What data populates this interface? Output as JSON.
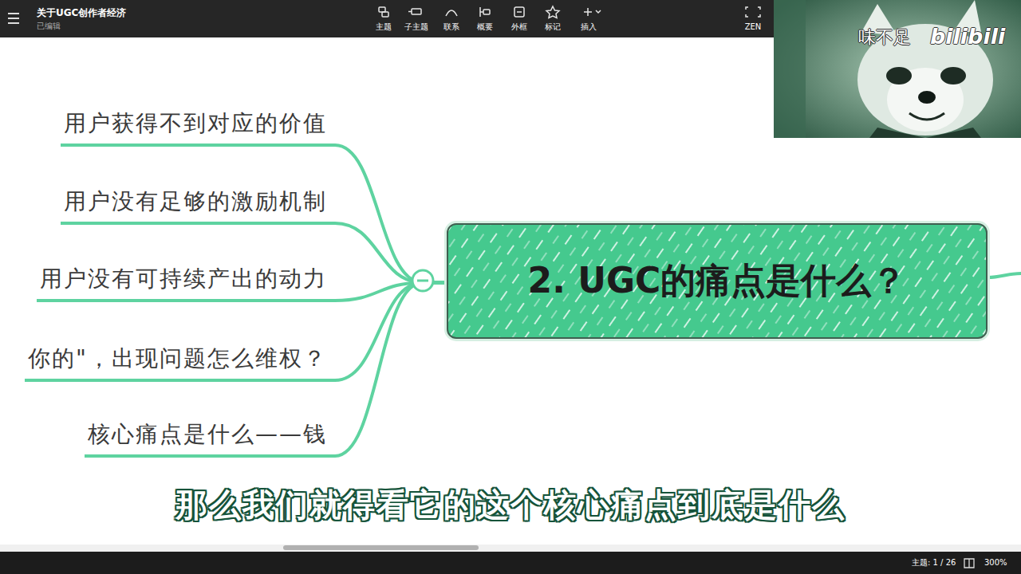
{
  "diagram": {
    "title": "关于UGC创作者经济",
    "nodes": [
      {
        "text": [
          "2. UGC的痛点是什么？"
        ]
      },
      {
        "text": [
          "用户获得不到对应的价值"
        ]
      },
      {
        "text": [
          "用户没有足够的激励机制"
        ]
      },
      {
        "text": [
          "用户没有可持续产出的动力"
        ]
      },
      {
        "text": [
          "你的\"，出现问题怎么维权？"
        ]
      },
      {
        "text": [
          "核心痛点是什么——钱"
        ]
      }
    ],
    "edges": [
      {
        "from": 0,
        "to": 1,
        "arrow": "none"
      },
      {
        "from": 0,
        "to": 2,
        "arrow": "none"
      },
      {
        "from": 0,
        "to": 3,
        "arrow": "none"
      },
      {
        "from": 0,
        "to": 4,
        "arrow": "none"
      },
      {
        "from": 0,
        "to": 5,
        "arrow": "none"
      }
    ],
    "labels": [
      "已编辑",
      "主题",
      "子主题",
      "联系",
      "概要",
      "外框",
      "标记",
      "插入",
      "ZEN",
      "味不足",
      "bilibili",
      "那么我们就得看它的这个核心痛点到底是什么",
      "主题: 1 / 26",
      "300%"
    ]
  }
}
